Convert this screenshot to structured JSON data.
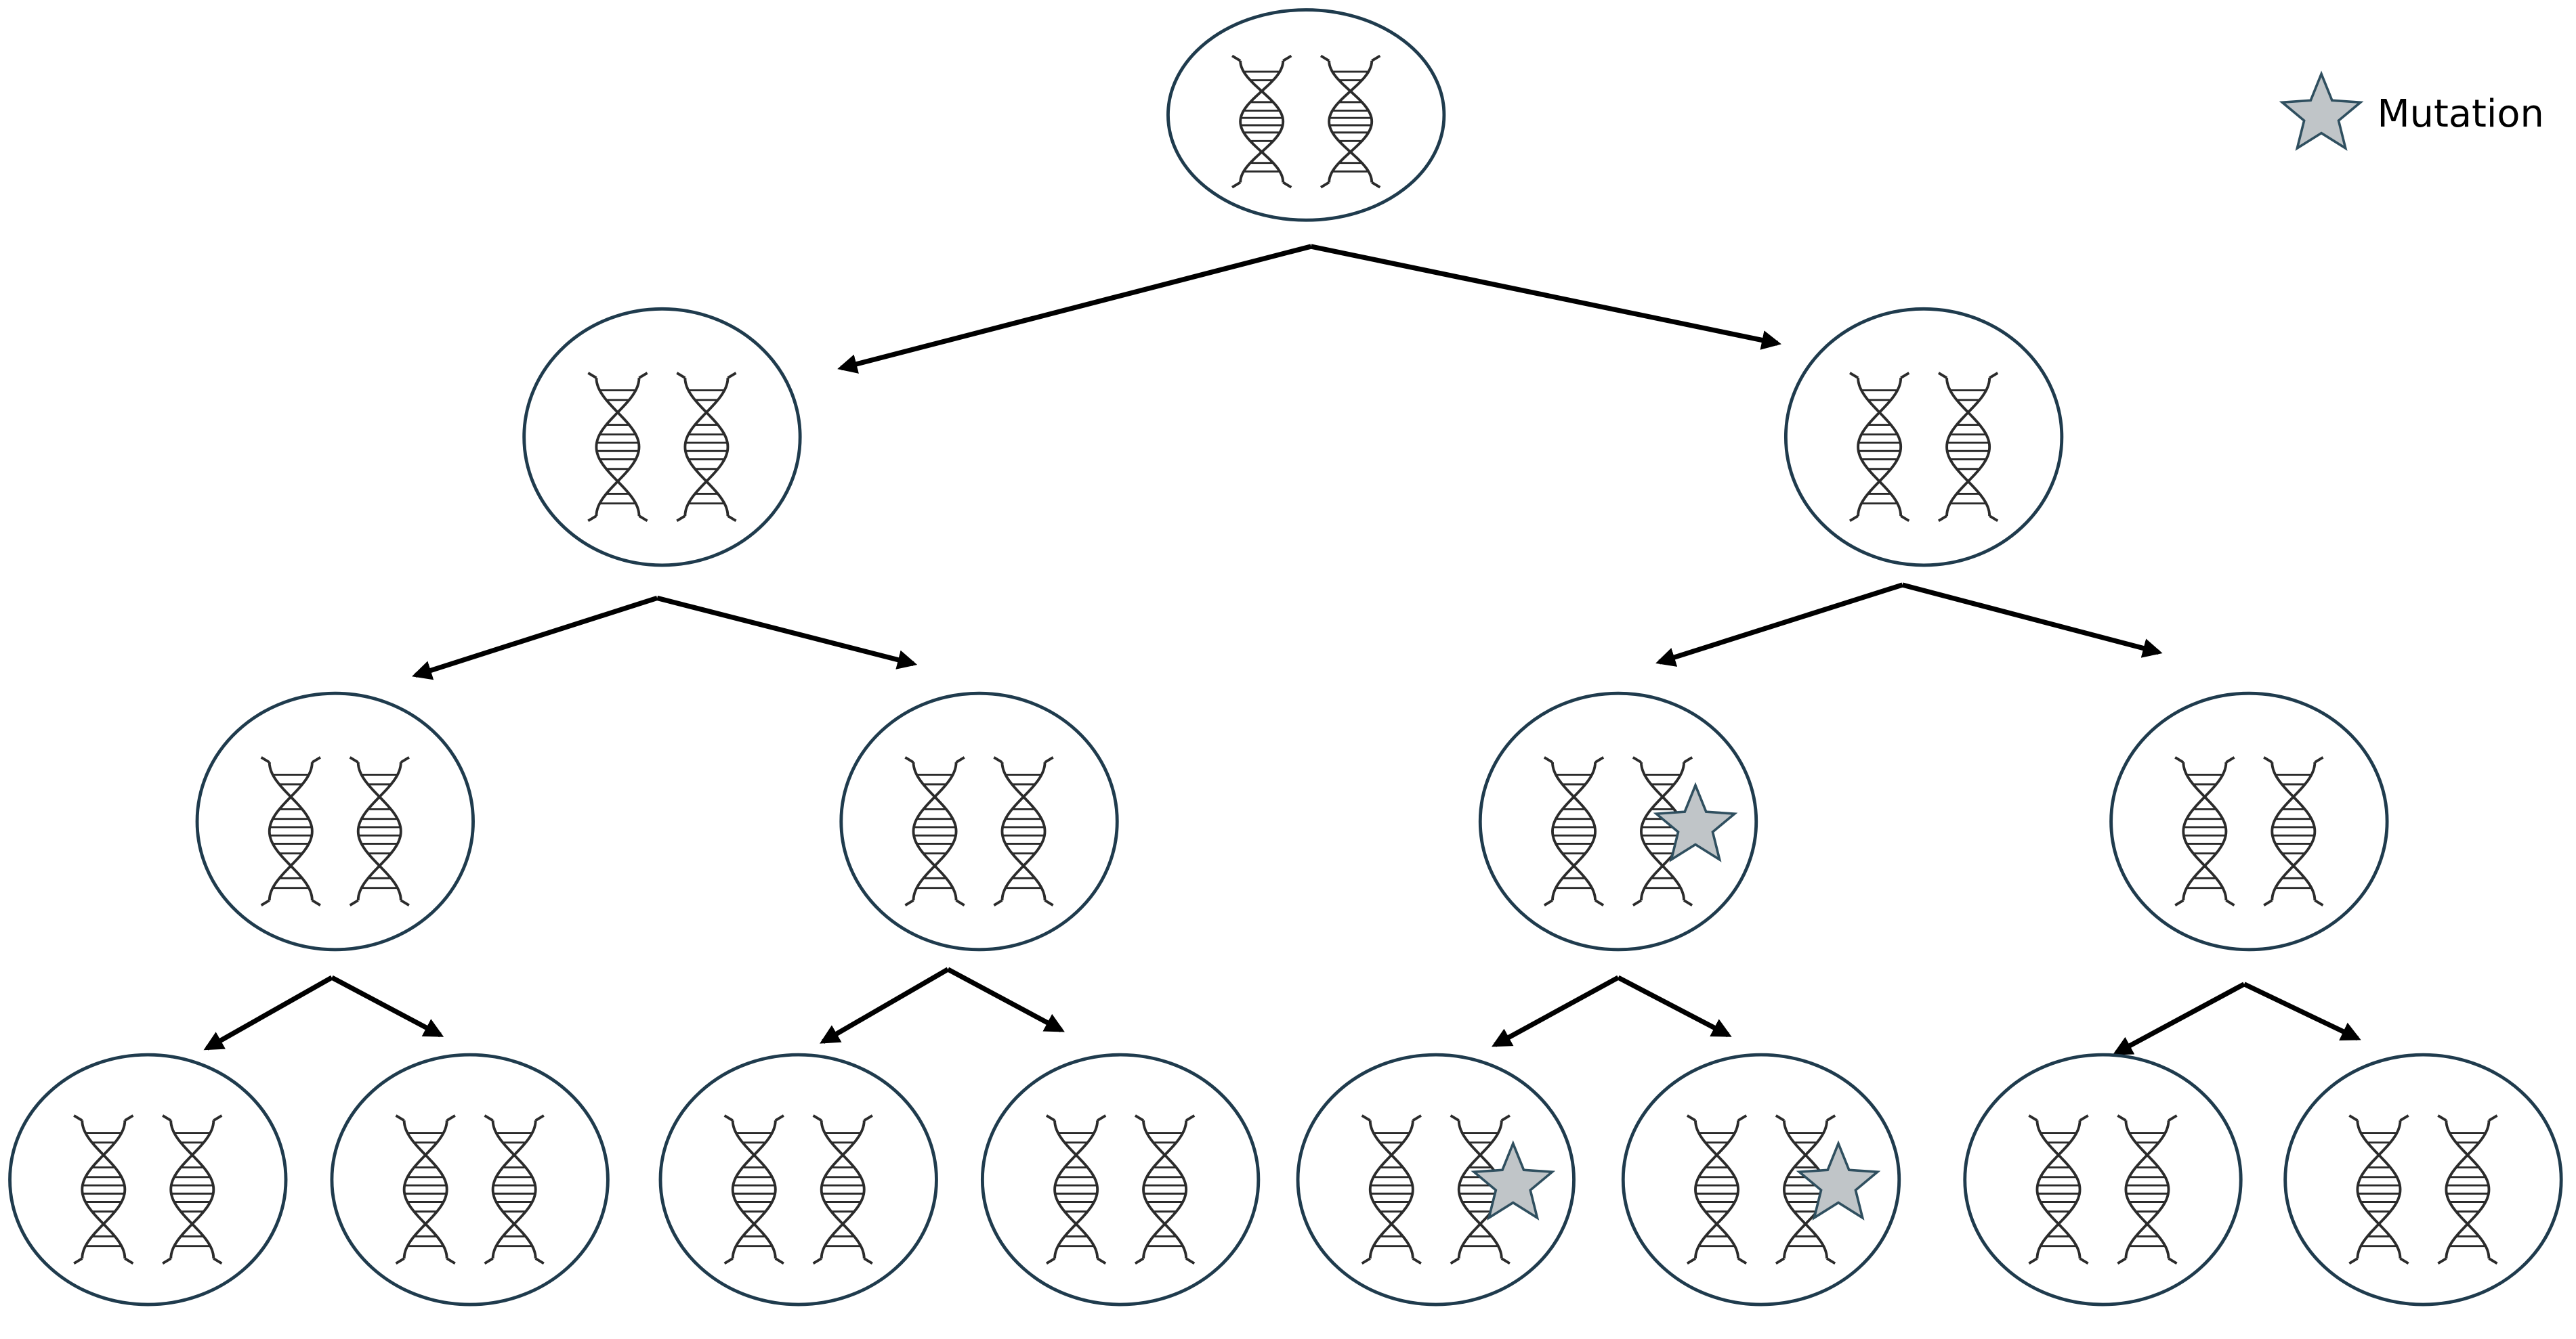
{
  "legend": {
    "label": "Mutation",
    "icon": "star-icon"
  },
  "colors": {
    "cell_outline": "#1f3b4d",
    "dna": "#2b2b2b",
    "arrow": "#000000",
    "star_fill": "#c0c5c8",
    "star_stroke": "#2f4f5f",
    "background": "#ffffff"
  },
  "tree": {
    "generations": 4,
    "cells": [
      {
        "id": "g0-c0",
        "generation": 0,
        "mutated": false
      },
      {
        "id": "g1-c0",
        "generation": 1,
        "mutated": false
      },
      {
        "id": "g1-c1",
        "generation": 1,
        "mutated": false
      },
      {
        "id": "g2-c0",
        "generation": 2,
        "mutated": false
      },
      {
        "id": "g2-c1",
        "generation": 2,
        "mutated": false
      },
      {
        "id": "g2-c2",
        "generation": 2,
        "mutated": true
      },
      {
        "id": "g2-c3",
        "generation": 2,
        "mutated": false
      },
      {
        "id": "g3-c0",
        "generation": 3,
        "mutated": false
      },
      {
        "id": "g3-c1",
        "generation": 3,
        "mutated": false
      },
      {
        "id": "g3-c2",
        "generation": 3,
        "mutated": false
      },
      {
        "id": "g3-c3",
        "generation": 3,
        "mutated": false
      },
      {
        "id": "g3-c4",
        "generation": 3,
        "mutated": true
      },
      {
        "id": "g3-c5",
        "generation": 3,
        "mutated": true
      },
      {
        "id": "g3-c6",
        "generation": 3,
        "mutated": false
      },
      {
        "id": "g3-c7",
        "generation": 3,
        "mutated": false
      }
    ]
  }
}
